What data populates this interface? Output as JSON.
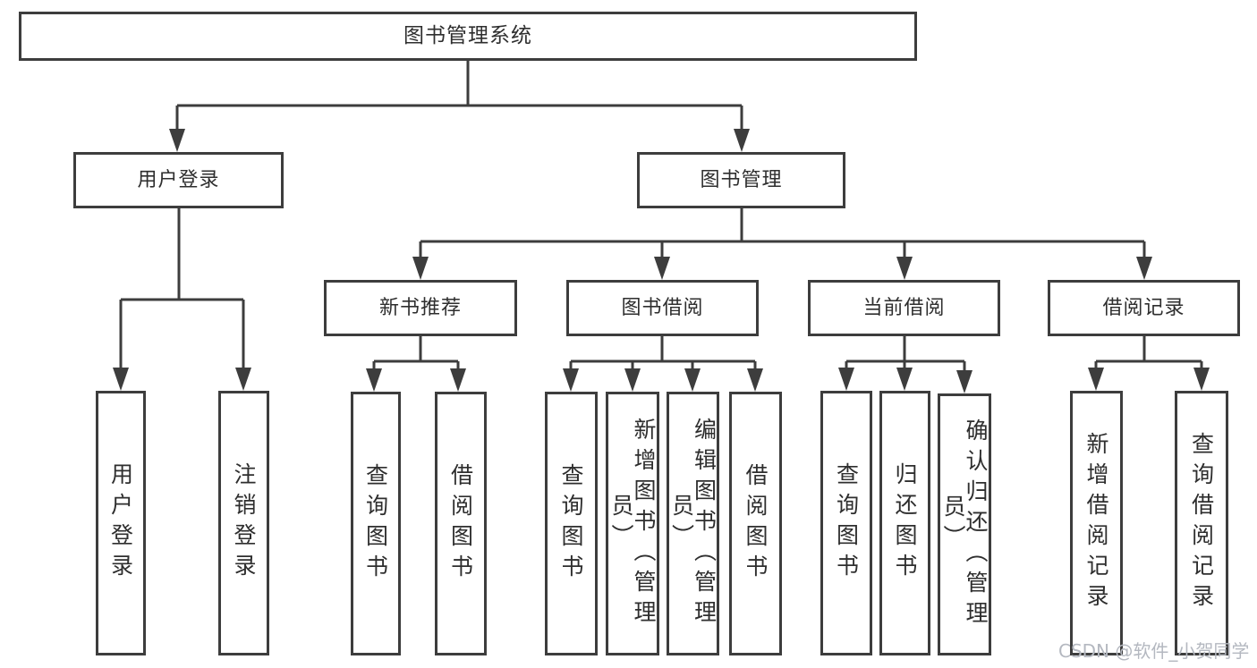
{
  "page": {
    "watermark": "CSDN @软件_小贺同学",
    "colors": {
      "line": "#3d3d3d",
      "text": "#2e2e2e",
      "background": "#ffffff",
      "watermark": "#b4b8c0"
    }
  },
  "tree": {
    "label": "图书管理系统",
    "children": [
      {
        "label": "用户登录",
        "children": [
          {
            "label": "用户登录"
          },
          {
            "label": "注销登录"
          }
        ]
      },
      {
        "label": "图书管理",
        "children": [
          {
            "label": "新书推荐",
            "children": [
              {
                "label": "查询图书"
              },
              {
                "label": "借阅图书"
              }
            ]
          },
          {
            "label": "图书借阅",
            "children": [
              {
                "label": "查询图书"
              },
              {
                "label": "新增图书（管理员）"
              },
              {
                "label": "编辑图书（管理员）"
              },
              {
                "label": "借阅图书"
              }
            ]
          },
          {
            "label": "当前借阅",
            "children": [
              {
                "label": "查询图书"
              },
              {
                "label": "归还图书"
              },
              {
                "label": "确认归还（管理员）"
              }
            ]
          },
          {
            "label": "借阅记录",
            "children": [
              {
                "label": "新增借阅记录"
              },
              {
                "label": "查询借阅记录"
              }
            ]
          }
        ]
      }
    ]
  }
}
